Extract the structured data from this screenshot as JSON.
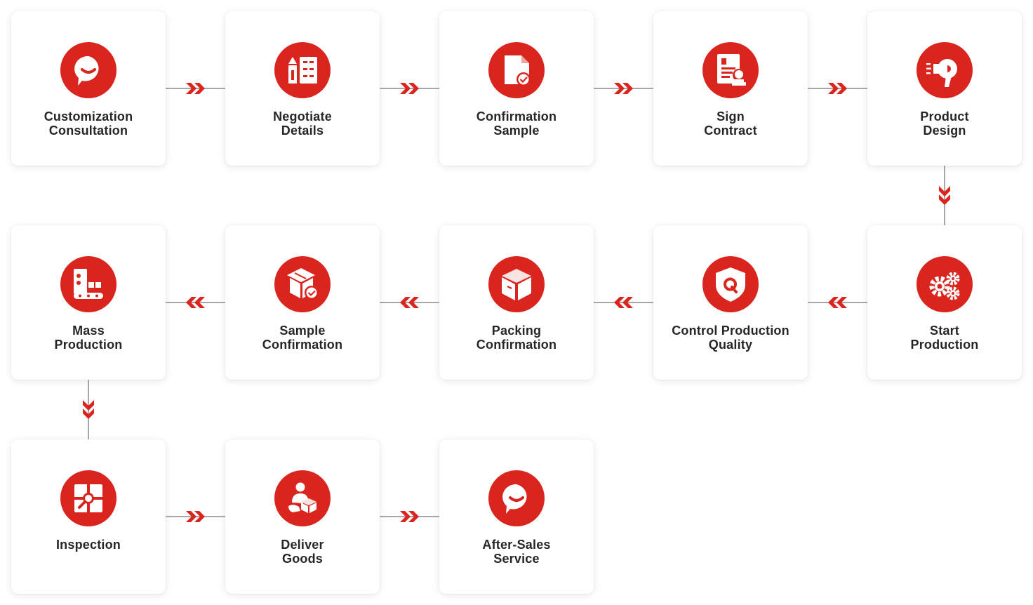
{
  "accent_color": "#d9251d",
  "steps": [
    {
      "id": "customization-consultation",
      "icon": "chat-bubble-icon",
      "lines": [
        "Customization",
        "Consultation"
      ]
    },
    {
      "id": "negotiate-details",
      "icon": "pencil-list-icon",
      "lines": [
        "Negotiate",
        "Details"
      ]
    },
    {
      "id": "confirmation-sample",
      "icon": "document-check-icon",
      "lines": [
        "Confirmation",
        "Sample"
      ]
    },
    {
      "id": "sign-contract",
      "icon": "contract-stamp-icon",
      "lines": [
        "Sign",
        "Contract"
      ]
    },
    {
      "id": "product-design",
      "icon": "hair-dryer-icon",
      "lines": [
        "Product",
        "Design"
      ]
    },
    {
      "id": "start-production",
      "icon": "gears-icon",
      "lines": [
        "Start",
        "Production"
      ]
    },
    {
      "id": "control-production-quality",
      "icon": "quality-shield-icon",
      "lines": [
        "Control Production",
        "Quality"
      ]
    },
    {
      "id": "packing-confirmation",
      "icon": "box-icon",
      "lines": [
        "Packing",
        "Confirmation"
      ]
    },
    {
      "id": "sample-confirmation",
      "icon": "box-check-icon",
      "lines": [
        "Sample",
        "Confirmation"
      ]
    },
    {
      "id": "mass-production",
      "icon": "conveyor-machine-icon",
      "lines": [
        "Mass",
        "Production"
      ]
    },
    {
      "id": "inspection",
      "icon": "magnifier-grid-icon",
      "lines": [
        "Inspection"
      ]
    },
    {
      "id": "deliver-goods",
      "icon": "delivery-person-icon",
      "lines": [
        "Deliver",
        "Goods"
      ]
    },
    {
      "id": "after-sales-service",
      "icon": "chat-bubble-icon",
      "lines": [
        "After-Sales",
        "Service"
      ]
    }
  ],
  "flow": [
    {
      "from": 0,
      "to": 1,
      "dir": "right"
    },
    {
      "from": 1,
      "to": 2,
      "dir": "right"
    },
    {
      "from": 2,
      "to": 3,
      "dir": "right"
    },
    {
      "from": 3,
      "to": 4,
      "dir": "right"
    },
    {
      "from": 4,
      "to": 5,
      "dir": "down"
    },
    {
      "from": 5,
      "to": 6,
      "dir": "left"
    },
    {
      "from": 6,
      "to": 7,
      "dir": "left"
    },
    {
      "from": 7,
      "to": 8,
      "dir": "left"
    },
    {
      "from": 8,
      "to": 9,
      "dir": "left"
    },
    {
      "from": 9,
      "to": 10,
      "dir": "down"
    },
    {
      "from": 10,
      "to": 11,
      "dir": "right"
    },
    {
      "from": 11,
      "to": 12,
      "dir": "right"
    }
  ]
}
